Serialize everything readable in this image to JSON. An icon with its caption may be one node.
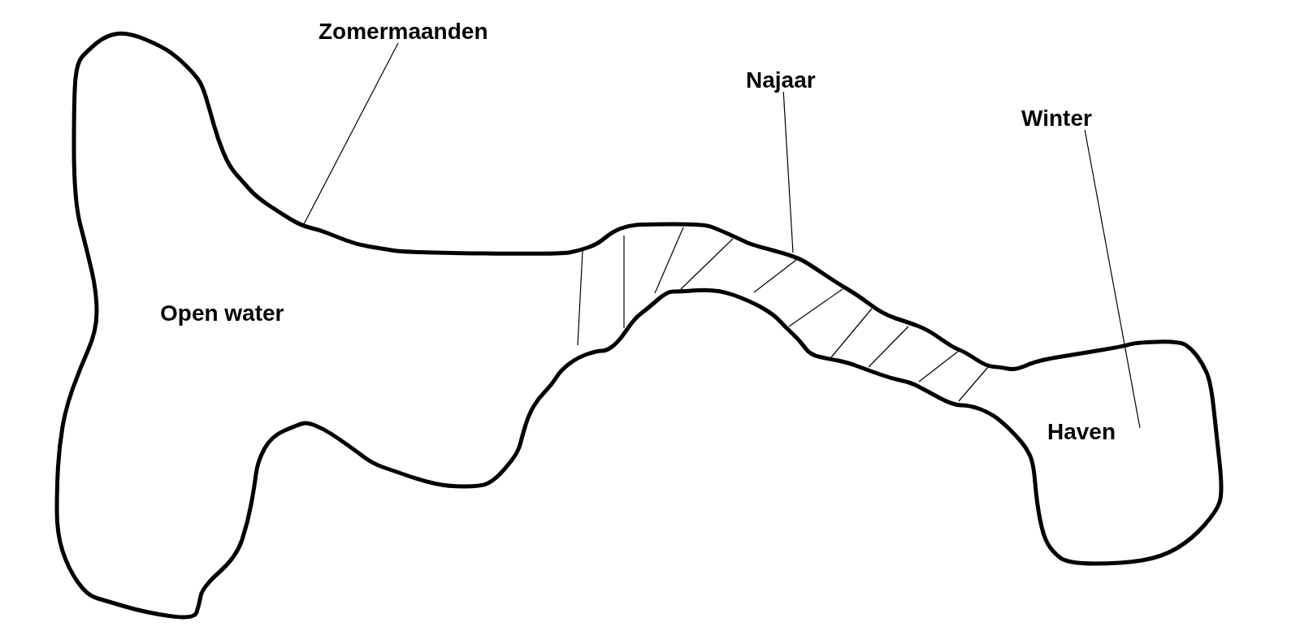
{
  "diagram": {
    "nodes": [
      {
        "text": [
          "Zomermaanden"
        ]
      },
      {
        "text": [
          "Najaar"
        ]
      },
      {
        "text": [
          "Winter"
        ]
      },
      {
        "text": [
          "Open water",
          "Haven"
        ]
      },
      {
        "text": [],
        "shape": "band",
        "in": 3
      }
    ],
    "edges": [
      {
        "from": 0,
        "to": 3,
        "arrow": "none"
      },
      {
        "from": 1,
        "to": 4,
        "arrow": "none"
      },
      {
        "from": 2,
        "to": 3,
        "arrow": "none"
      }
    ]
  }
}
